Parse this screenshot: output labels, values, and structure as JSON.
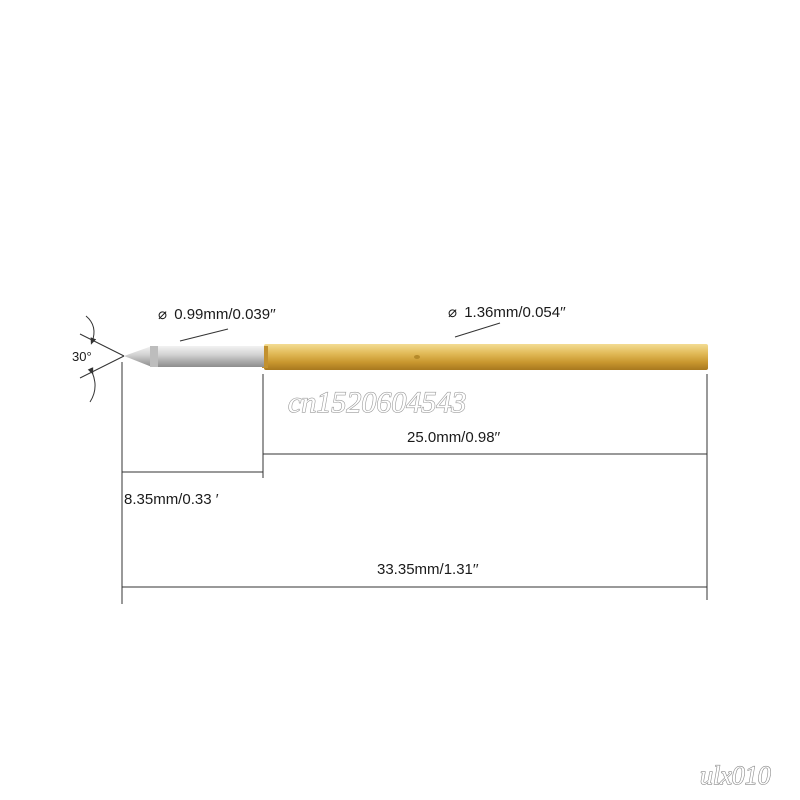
{
  "diagram": {
    "angle_label": "30°",
    "tip_diameter_label": "0.99mm/0.039′′",
    "barrel_diameter_label": "1.36mm/0.054′′",
    "barrel_length_label": "25.0mm/0.98′′",
    "tip_length_label": "8.35mm/0.33 ′",
    "total_length_label": "33.35mm/1.31′′",
    "diameter_symbol": "⌀"
  },
  "watermarks": {
    "center": "cn1520604543",
    "corner": "ulx010"
  },
  "colors": {
    "barrel_gold": "#d4a640",
    "plunger_silver": "#c8c8c8",
    "line": "#333333"
  }
}
